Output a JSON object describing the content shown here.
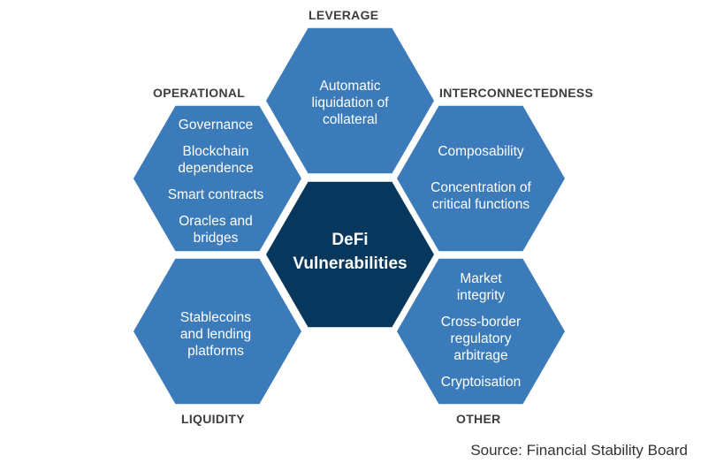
{
  "title": "DeFi Vulnerabilities",
  "center": {
    "line1": "DeFi",
    "line2": "Vulnerabilities"
  },
  "categories": {
    "leverage": {
      "label": "LEVERAGE",
      "items": [
        "Automatic liquidation of collateral"
      ]
    },
    "operational": {
      "label": "OPERATIONAL",
      "items": [
        "Governance",
        "Blockchain dependence",
        "Smart contracts",
        "Oracles and bridges"
      ]
    },
    "interconnectedness": {
      "label": "INTERCONNECTEDNESS",
      "items": [
        "Composability",
        "Concentration of critical functions"
      ]
    },
    "liquidity": {
      "label": "LIQUIDITY",
      "items": [
        "Stablecoins and lending platforms"
      ]
    },
    "other": {
      "label": "OTHER",
      "items": [
        "Market integrity",
        "Cross-border regulatory arbitrage",
        "Cryptoisation"
      ]
    }
  },
  "source": "Source: Financial Stability Board",
  "colors": {
    "hex": "#3b7bb9",
    "center": "#08375e",
    "label": "#3d3d3d"
  }
}
